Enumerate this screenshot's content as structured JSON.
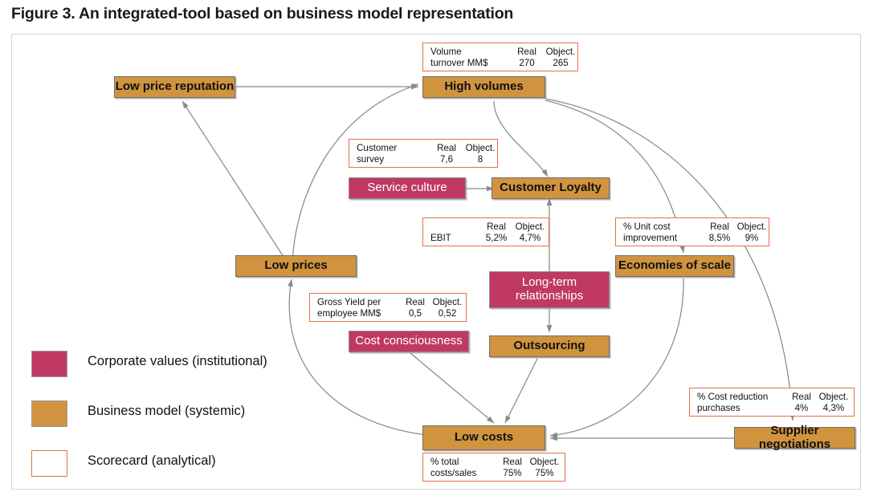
{
  "figure": {
    "title": "Figure 3. An integrated-tool based on business model representation"
  },
  "colors": {
    "corporate_values": "#bf3963",
    "business_model": "#d0943f",
    "scorecard_border": "#e2714c",
    "edge": "#8a8a8a",
    "canvas_border": "#d4d4d4"
  },
  "legend": {
    "items": [
      {
        "swatch": "corporate-values",
        "label": "Corporate values (institutional)"
      },
      {
        "swatch": "business-model",
        "label": "Business model (systemic)"
      },
      {
        "swatch": "scorecard",
        "label": "Scorecard (analytical)"
      }
    ]
  },
  "nodes": {
    "low_price_reputation": {
      "label": "Low price reputation",
      "kind": "business-model"
    },
    "high_volumes": {
      "label": "High volumes",
      "kind": "business-model"
    },
    "customer_loyalty": {
      "label": "Customer Loyalty",
      "kind": "business-model"
    },
    "service_culture": {
      "label": "Service culture",
      "kind": "corporate-values"
    },
    "low_prices": {
      "label": "Low prices",
      "kind": "business-model"
    },
    "economies_of_scale": {
      "label": "Economies of scale",
      "kind": "business-model"
    },
    "long_term_1": {
      "label": "Long-term",
      "kind": "corporate-values"
    },
    "long_term_2": {
      "label": "relationships",
      "kind": "corporate-values"
    },
    "cost_consciousness": {
      "label": "Cost consciousness",
      "kind": "corporate-values"
    },
    "outsourcing": {
      "label": "Outsourcing",
      "kind": "business-model"
    },
    "low_costs": {
      "label": "Low costs",
      "kind": "business-model"
    },
    "supplier_negotiations": {
      "label": "Supplier negotiations",
      "kind": "business-model"
    }
  },
  "scorecards": {
    "volume_turnover": {
      "name_line1": "Volume",
      "name_line2": "turnover MM$",
      "real_header": "Real",
      "object_header": "Object.",
      "real_value": "270",
      "object_value": "265"
    },
    "customer_survey": {
      "name_line1": "Customer",
      "name_line2": "survey",
      "real_header": "Real",
      "object_header": "Object.",
      "real_value": "7,6",
      "object_value": "8"
    },
    "ebit": {
      "name_line1": "",
      "name_line2": "EBIT",
      "real_header": "Real",
      "object_header": "Object.",
      "real_value": "5,2%",
      "object_value": "4,7%"
    },
    "unit_cost_improvement": {
      "name_line1": "% Unit cost",
      "name_line2": "improvement",
      "real_header": "Real",
      "object_header": "Object.",
      "real_value": "8,5%",
      "object_value": "9%"
    },
    "gross_yield": {
      "name_line1": "Gross Yield per",
      "name_line2": "employee MM$",
      "real_header": "Real",
      "object_header": "Object.",
      "real_value": "0,5",
      "object_value": "0,52"
    },
    "cost_reduction_purchases": {
      "name_line1": "% Cost reduction",
      "name_line2": "purchases",
      "real_header": "Real",
      "object_header": "Object.",
      "real_value": "4%",
      "object_value": "4,3%"
    },
    "total_costs_sales": {
      "name_line1": "% total",
      "name_line2": "costs/sales",
      "real_header": "Real",
      "object_header": "Object.",
      "real_value": "75%",
      "object_value": "75%"
    }
  },
  "edges": [
    {
      "from": "low_price_reputation",
      "to": "high_volumes"
    },
    {
      "from": "low_prices",
      "to": "low_price_reputation"
    },
    {
      "from": "low_prices",
      "to": "high_volumes"
    },
    {
      "from": "customer_loyalty",
      "to": "high_volumes"
    },
    {
      "from": "high_volumes",
      "to": "customer_loyalty"
    },
    {
      "from": "service_culture",
      "to": "customer_loyalty"
    },
    {
      "from": "long_term_relationships",
      "to": "customer_loyalty"
    },
    {
      "from": "long_term_relationships",
      "to": "outsourcing"
    },
    {
      "from": "high_volumes",
      "to": "economies_of_scale"
    },
    {
      "from": "high_volumes",
      "to": "supplier_negotiations"
    },
    {
      "from": "economies_of_scale",
      "to": "low_costs"
    },
    {
      "from": "supplier_negotiations",
      "to": "low_costs"
    },
    {
      "from": "outsourcing",
      "to": "low_costs"
    },
    {
      "from": "cost_consciousness",
      "to": "low_costs"
    },
    {
      "from": "low_costs",
      "to": "low_prices"
    }
  ]
}
